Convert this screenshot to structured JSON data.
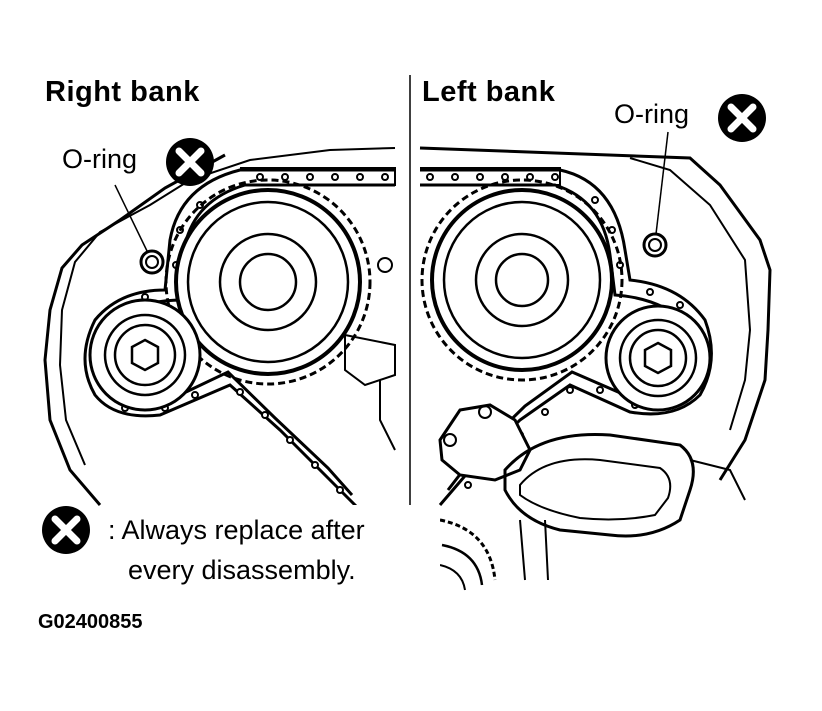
{
  "labels": {
    "right_bank": "Right bank",
    "left_bank": "Left bank",
    "oring_right": "O-ring",
    "oring_left": "O-ring"
  },
  "legend": {
    "symbol": "x-circle-icon",
    "line1": ": Always replace after",
    "line2": "every disassembly."
  },
  "figure_code": "G02400855",
  "colors": {
    "ink": "#000000",
    "paper": "#ffffff"
  }
}
